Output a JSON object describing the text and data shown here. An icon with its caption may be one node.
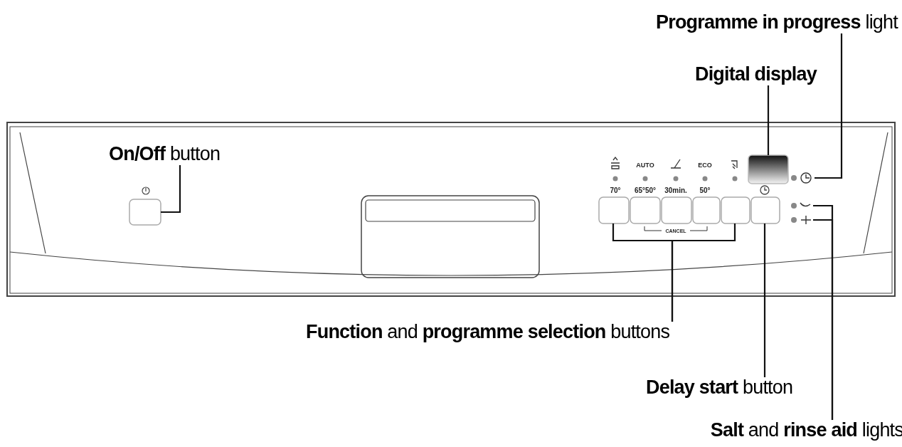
{
  "diagram": {
    "nodes": [
      {
        "text": [
          "**Programme in progress** light"
        ]
      },
      {
        "text": [
          "**Digital display**"
        ]
      },
      {
        "text": [
          "**On/Off** button"
        ]
      },
      {
        "text": [
          "**Function** and **programme selection** buttons"
        ]
      },
      {
        "text": [
          "**Delay start** button"
        ]
      },
      {
        "text": [
          "**Salt** and **rinse aid** lights"
        ]
      },
      {
        "text": [],
        "shape": "box"
      },
      {
        "text": [],
        "shape": "circle"
      },
      {
        "text": [],
        "shape": "box"
      },
      {
        "text": [],
        "shape": "box"
      },
      {
        "text": [],
        "shape": "box"
      },
      {
        "text": [],
        "shape": "box"
      },
      {
        "text": [],
        "shape": "box"
      },
      {
        "text": [],
        "shape": "box"
      },
      {
        "text": [],
        "shape": "box"
      },
      {
        "text": [],
        "shape": "circle"
      },
      {
        "text": [],
        "shape": "circle"
      }
    ],
    "edges": [
      {
        "from": 0,
        "to": 7,
        "arrow": "none"
      },
      {
        "from": 1,
        "to": 6,
        "arrow": "none"
      },
      {
        "from": 2,
        "to": 8,
        "arrow": "none"
      },
      {
        "from": 3,
        "to": 9,
        "arrow": "none"
      },
      {
        "from": 3,
        "to": 13,
        "arrow": "none"
      },
      {
        "from": 4,
        "to": 14,
        "arrow": "none"
      },
      {
        "from": 5,
        "to": 15,
        "arrow": "none"
      },
      {
        "from": 5,
        "to": 16,
        "arrow": "none"
      }
    ],
    "labels": [
      "AUTO",
      "ECO",
      "70°",
      "65°50°",
      "30min.",
      "50°",
      "CANCEL"
    ]
  }
}
